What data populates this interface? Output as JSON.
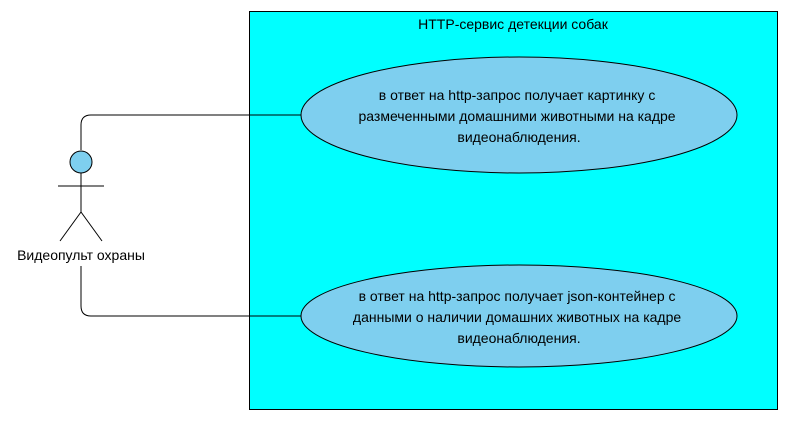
{
  "diagram": {
    "system": {
      "title": "HTTP-сервис детекции собак",
      "fill_color": "#00ffff"
    },
    "actor": {
      "label": "Видеопульт охраны",
      "head_color": "#7ecfef"
    },
    "use_cases": [
      {
        "lines": [
          "в ответ на http-запрос получает картинку с",
          "размеченными домашними животными на кадре",
          "видеонаблюдения."
        ]
      },
      {
        "lines": [
          "в ответ на http-запрос получает json-контейнер с",
          "данными о наличии домашних животных на кадре",
          "видеонаблюдения."
        ]
      }
    ],
    "use_case_color": "#7ecfef"
  }
}
